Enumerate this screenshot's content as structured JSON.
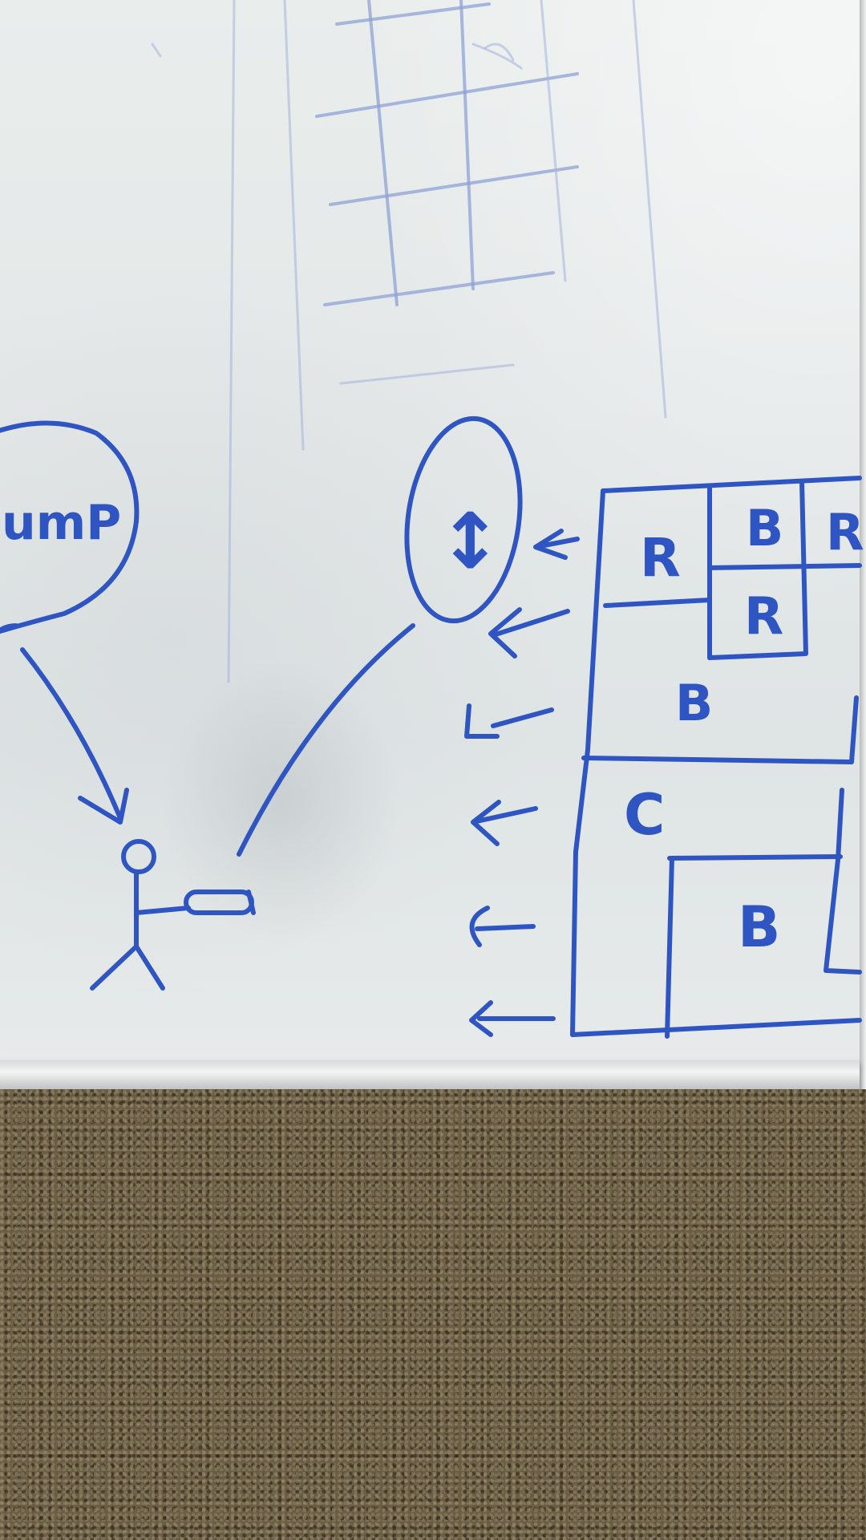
{
  "whiteboard": {
    "bubble_left_text": "umP",
    "bubble_right_symbol": "↕",
    "grid_cells": {
      "row1_left": "R",
      "row1_mid": "B",
      "row1_right": "R",
      "row2_mid": "R",
      "row3": "B",
      "row4": "C",
      "row5": "B"
    },
    "marker_color": "#2f55c2"
  }
}
